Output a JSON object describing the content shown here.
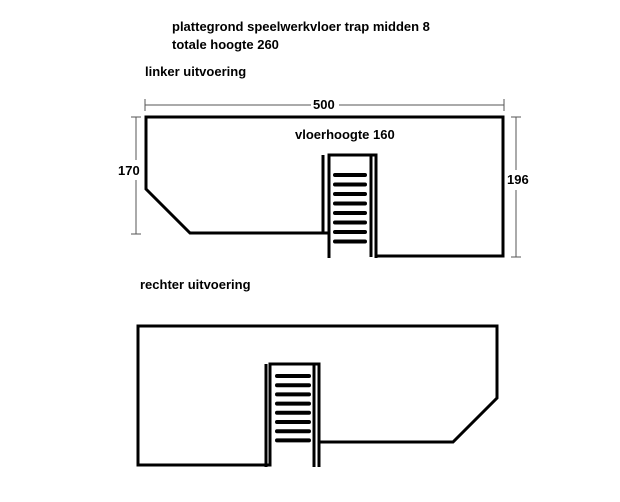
{
  "title": {
    "line1": "plattegrond speelwerkvloer trap midden 8",
    "line2": "totale hoogte 260"
  },
  "left_version": {
    "heading": "linker uitvoering",
    "width_dimension": "500",
    "left_height_dimension": "170",
    "right_height_dimension": "196",
    "floor_height_label": "vloerhoogte 160",
    "stair_steps": 8
  },
  "right_version": {
    "heading": "rechter uitvoering",
    "stair_steps": 8
  },
  "colors": {
    "line": "#000000",
    "dimension_line": "#555555",
    "background": "#ffffff"
  }
}
